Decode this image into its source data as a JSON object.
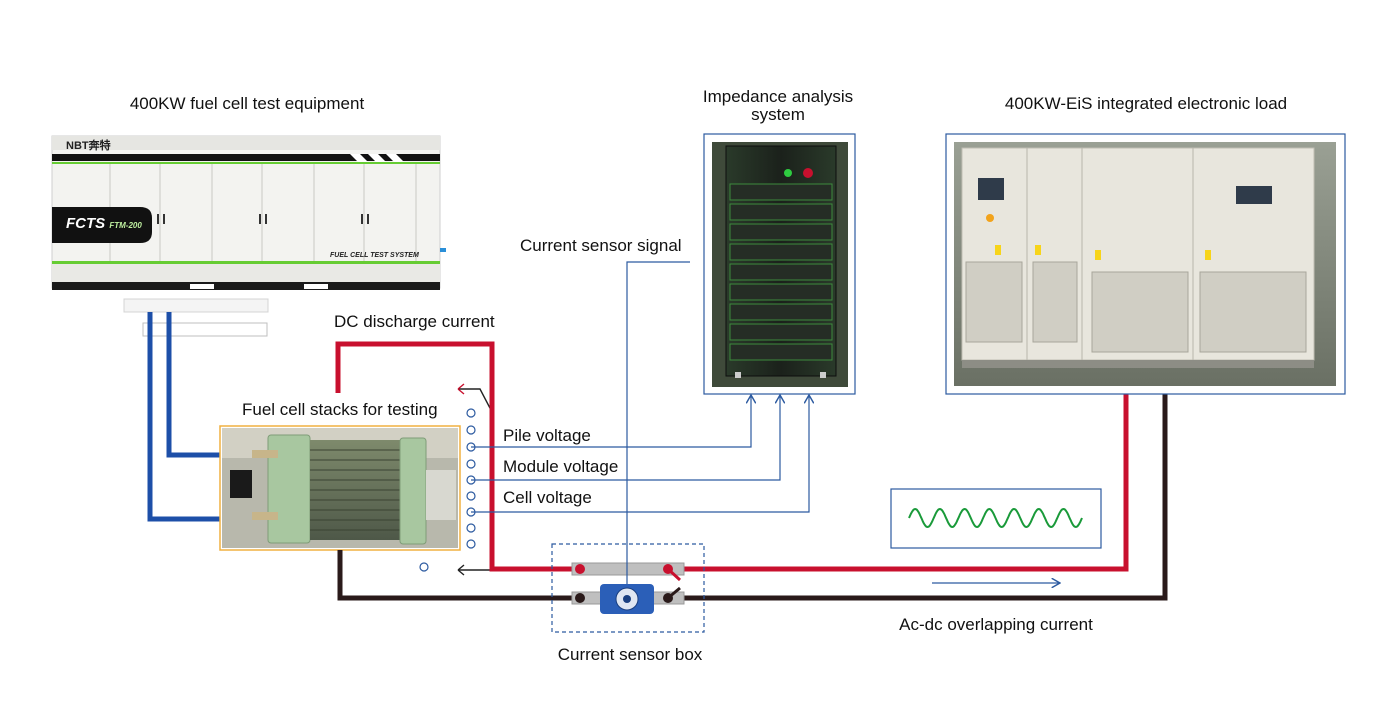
{
  "labels": {
    "fuel_cell_test_equipment": "400KW fuel cell test equipment",
    "impedance_line1": "Impedance analysis",
    "impedance_line2": "system",
    "electronic_load": "400KW-EiS integrated electronic load",
    "current_sensor_signal": "Current sensor signal",
    "dc_discharge_current": "DC discharge current",
    "fuel_cell_stacks": "Fuel cell stacks for testing",
    "pile_voltage": "Pile voltage",
    "module_voltage": "Module voltage",
    "cell_voltage": "Cell voltage",
    "current_sensor_box": "Current sensor box",
    "ac_dc_overlapping": "Ac-dc overlapping current"
  },
  "equipment": {
    "brand": "NBT",
    "brand_cn": "奔特",
    "model_logo": "FCTS",
    "model_sub": "FTM-200",
    "system_text": "FUEL CELL TEST SYSTEM"
  },
  "colors": {
    "dc_red": "#c8102e",
    "return_black": "#2a1a1a",
    "signal_blue": "#2c5aa0",
    "hose_blue": "#1d4fa8",
    "sine_green": "#1a9a3a",
    "stack_border": "#f0b040",
    "sensor_box_dash": "#2c5aa0"
  }
}
